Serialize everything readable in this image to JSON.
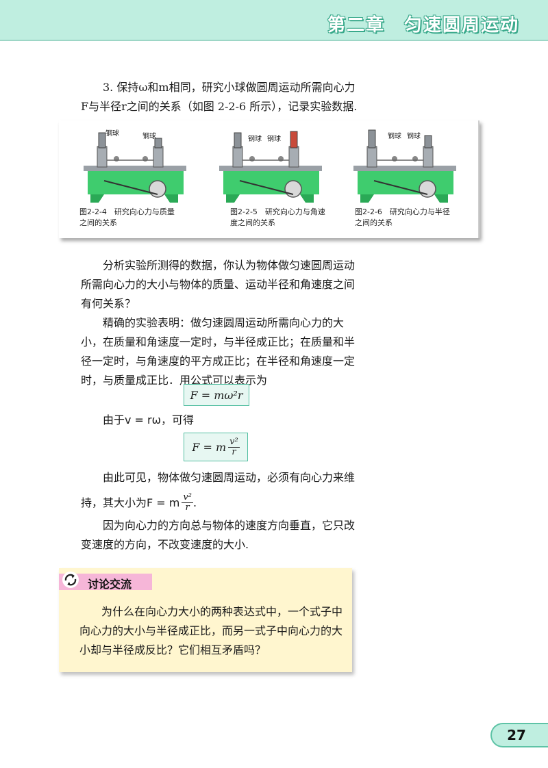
{
  "header": {
    "chapter_title": "第二章　匀速圆周运动"
  },
  "step3": {
    "line1": "3. 保持ω和m相同，研究小球做圆周运动所需向心力",
    "line2": "F与半径r之间的关系（如图 2-2-6 所示），记录实验数据."
  },
  "figures": [
    {
      "labels": [
        "钢球",
        "钢球"
      ],
      "caption_line1": "图2-2-4　研究向心力与质量",
      "caption_line2": "之间的关系"
    },
    {
      "labels": [
        "钢球",
        "钢球"
      ],
      "caption_line1": "图2-2-5　研究向心力与角速",
      "caption_line2": "度之间的关系"
    },
    {
      "labels": [
        "钢球",
        "钢球"
      ],
      "caption_line1": "图2-2-6　研究向心力与半径",
      "caption_line2": "之间的关系"
    }
  ],
  "analysis": {
    "line1": "分析实验所测得的数据，你认为物体做匀速圆周运动",
    "line2": "所需向心力的大小与物体的质量、运动半径和角速度之间",
    "line3": "有何关系？"
  },
  "conclusion": {
    "line1": "精确的实验表明：做匀速圆周运动所需向心力的大",
    "line2": "小，在质量和角速度一定时，与半径成正比；在质量和半",
    "line3": "径一定时，与角速度的平方成正比；在半径和角速度一定",
    "line4": "时，与质量成正比．用公式可以表示为"
  },
  "formula1": "F = mω²r",
  "since_text": "由于v = rω，可得",
  "formula2": {
    "lhs": "F = m",
    "num": "v²",
    "den": "r"
  },
  "hence": {
    "line1": "由此可见，物体做匀速圆周运动，必须有向心力来维",
    "line2_prefix": "持，其大小为F = m",
    "num": "v²",
    "den": "r",
    "line2_suffix": "."
  },
  "direction": {
    "line1": "因为向心力的方向总与物体的速度方向垂直，它只改",
    "line2": "变速度的方向，不改变速度的大小."
  },
  "discussion": {
    "title": "讨论交流",
    "line1": "为什么在向心力大小的两种表达式中，一个式子中",
    "line2": "向心力的大小与半径成正比，而另一式子中向心力的大",
    "line3": "小却与半径成反比？它们相互矛盾吗？"
  },
  "page_number": "27",
  "colors": {
    "header_band": "#bfeee0",
    "accent_green": "#39a98b",
    "discussion_bg": "#fff6cf",
    "discussion_tag": "#f6b6d8",
    "machine_green": "#3fcc6e"
  }
}
